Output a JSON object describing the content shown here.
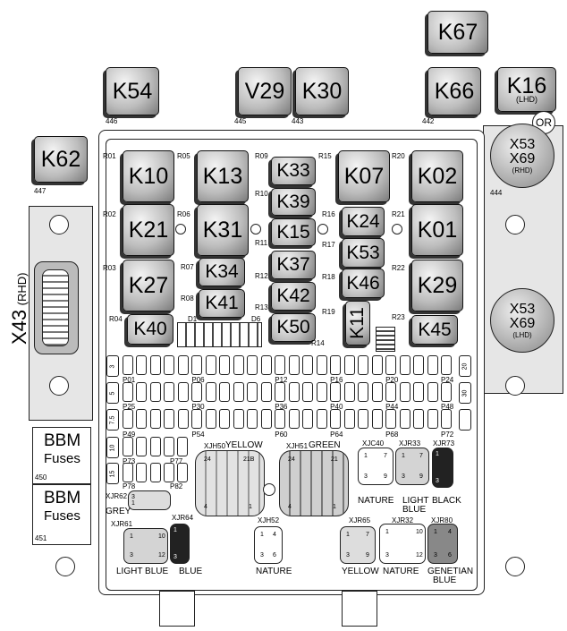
{
  "top_relays": {
    "k67": "K67",
    "k54": "K54",
    "v29": "V29",
    "k30": "K30",
    "k66": "K66",
    "k16": "K16",
    "k16_note": "(LHD)",
    "k62": "K62"
  },
  "top_numbers": {
    "n446": "446",
    "n445": "445",
    "n443": "443",
    "n442": "442",
    "n447": "447",
    "n444": "444"
  },
  "side_connectors": {
    "x43": "X43",
    "x43_note": "(RHD)",
    "or": "OR",
    "x53a": "X53",
    "x69a": "X69",
    "rhd": "(RHD)",
    "x53b": "X53",
    "x69b": "X69",
    "lhd": "(LHD)"
  },
  "relays": {
    "k10": "K10",
    "k13": "K13",
    "k33": "K33",
    "k39": "K39",
    "k15": "K15",
    "k37": "K37",
    "k42": "K42",
    "k50": "K50",
    "k07": "K07",
    "k02": "K02",
    "k21": "K21",
    "k31": "K31",
    "k24": "K24",
    "k53": "K53",
    "k46": "K46",
    "k01": "K01",
    "k27": "K27",
    "k34": "K34",
    "k41": "K41",
    "k29": "K29",
    "k40": "K40",
    "k11": "K11",
    "k45": "K45"
  },
  "positions": {
    "r01": "R01",
    "r02": "R02",
    "r03": "R03",
    "r04": "R04",
    "r05": "R05",
    "r06": "R06",
    "r07": "R07",
    "r08": "R08",
    "r09": "R09",
    "r10": "R10",
    "r11": "R11",
    "r12": "R12",
    "r13": "R13",
    "r14": "R14",
    "r15": "R15",
    "r16": "R16",
    "r17": "R17",
    "r18": "R18",
    "r19": "R19",
    "r20": "R20",
    "r21": "R21",
    "r22": "R22",
    "r23": "R23",
    "d1": "D1",
    "d6": "D6"
  },
  "fuse_labels": {
    "row1": [
      "P01",
      "P06",
      "P12",
      "P16",
      "P20",
      "P24"
    ],
    "row2": [
      "P25",
      "P30",
      "P36",
      "P40",
      "P44",
      "P48"
    ],
    "row3": [
      "P49",
      "P54",
      "P60",
      "P64",
      "P68",
      "P72"
    ],
    "row4": [
      "P73",
      "P77"
    ],
    "row5": [
      "P78",
      "P82"
    ]
  },
  "fuse_ratings": {
    "left": [
      "3",
      "5",
      "7.5",
      "10",
      "15"
    ],
    "right": [
      "20",
      "30"
    ]
  },
  "bbm": {
    "title1": "BBM",
    "fuses1": "Fuses",
    "num1": "450",
    "title2": "BBM",
    "fuses2": "Fuses",
    "num2": "451"
  },
  "connectors": {
    "xjh50": {
      "id": "XJH50",
      "color": "YELLOW",
      "p1": "24",
      "p2": "21B",
      "p3": "4",
      "p4": "1"
    },
    "xjh51": {
      "id": "XJH51",
      "color": "GREEN",
      "p1": "24",
      "p2": "21",
      "p3": "4",
      "p4": "1"
    },
    "xjc40": {
      "id": "XJC40",
      "color": "NATURE",
      "p1": "1",
      "p2": "7",
      "p3": "3",
      "p4": "9"
    },
    "xjr33": {
      "id": "XJR33",
      "color1": "LIGHT",
      "color2": "BLUE",
      "p1": "1",
      "p2": "7",
      "p3": "3",
      "p4": "9"
    },
    "xjr73": {
      "id": "XJR73",
      "color": "BLACK",
      "p1": "1",
      "p2": "3"
    },
    "xjr62": {
      "id": "XJR62",
      "color": "GREY",
      "p1": "3",
      "p2": "1"
    },
    "xjr61": {
      "id": "XJR61",
      "color": "LIGHT BLUE",
      "p1": "1",
      "p2": "10",
      "p3": "3",
      "p4": "12"
    },
    "xjr64": {
      "id": "XJR64",
      "color": "BLUE",
      "p1": "1",
      "p2": "3"
    },
    "xjh52": {
      "id": "XJH52",
      "color": "NATURE",
      "p1": "1",
      "p2": "4",
      "p3": "3",
      "p4": "6"
    },
    "xjr65": {
      "id": "XJR65",
      "color": "YELLOW",
      "p1": "1",
      "p2": "7",
      "p3": "3",
      "p4": "9"
    },
    "xjr32": {
      "id": "XJR32",
      "color": "NATURE",
      "p1": "1",
      "p2": "10",
      "p3": "3",
      "p4": "12"
    },
    "xjr80": {
      "id": "XJR80",
      "color1": "GENETIAN",
      "color2": "BLUE",
      "p1": "1",
      "p2": "4",
      "p3": "3",
      "p4": "6"
    }
  }
}
